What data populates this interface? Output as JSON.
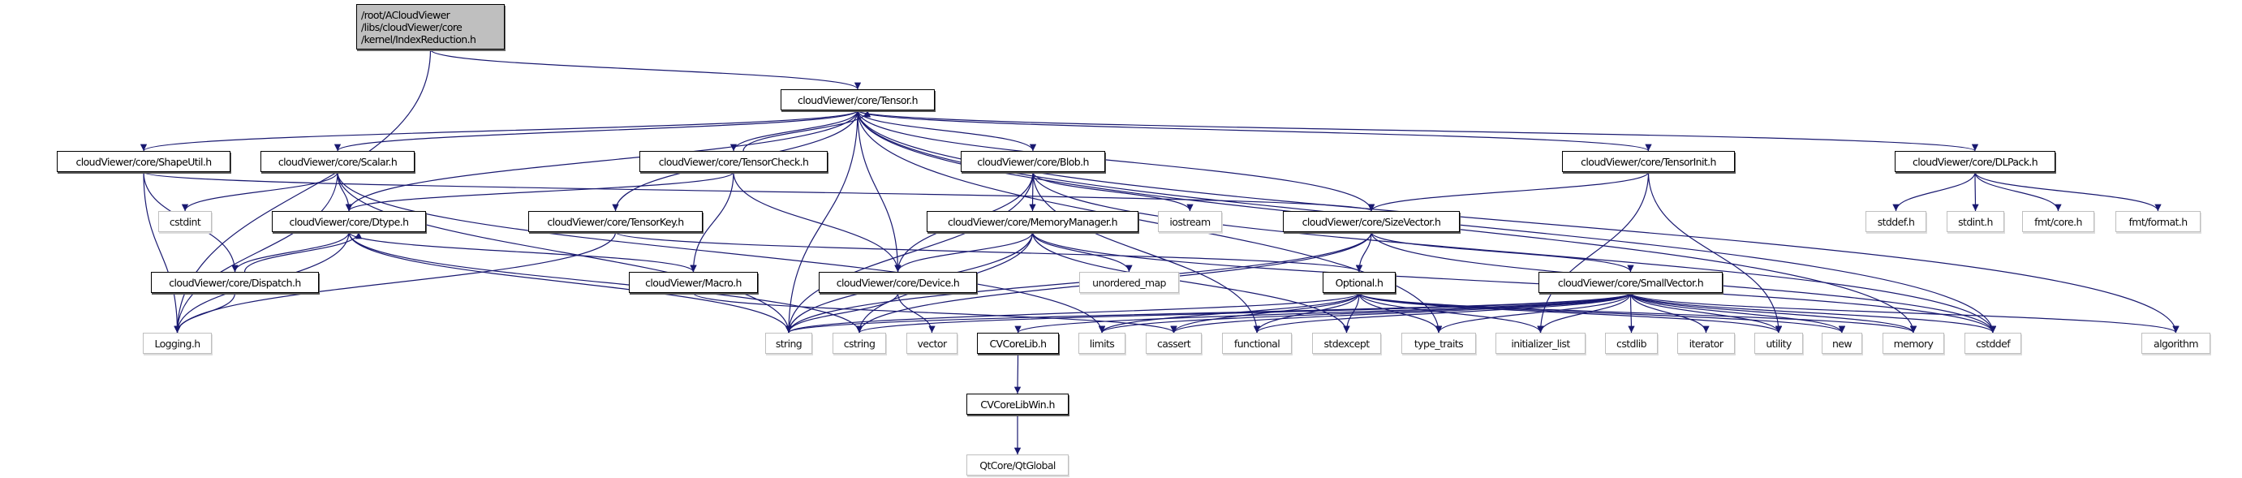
{
  "colors": {
    "edge": "#191970",
    "root_fill": "#bfbfbf",
    "doc_border": "#000000",
    "ext_border": "#bfbfbf"
  },
  "nodes": {
    "root": {
      "lines": [
        "/root/ACloudViewer",
        "/libs/cloudViewer/core",
        "/kernel/IndexReduction.h"
      ]
    },
    "tensor": "cloudViewer/core/Tensor.h",
    "shapeutil": "cloudViewer/core/ShapeUtil.h",
    "scalar": "cloudViewer/core/Scalar.h",
    "tensorcheck": "cloudViewer/core/TensorCheck.h",
    "blob": "cloudViewer/core/Blob.h",
    "tensorinit": "cloudViewer/core/TensorInit.h",
    "dlpack": "cloudViewer/core/DLPack.h",
    "cstdint": "cstdint",
    "dtype": "cloudViewer/core/Dtype.h",
    "tensorkey": "cloudViewer/core/TensorKey.h",
    "memorymanager": "cloudViewer/core/MemoryManager.h",
    "iostream": "iostream",
    "sizevector": "cloudViewer/core/SizeVector.h",
    "stddef_h": "stddef.h",
    "stdint_h": "stdint.h",
    "fmt_core": "fmt/core.h",
    "fmt_format": "fmt/format.h",
    "dispatch": "cloudViewer/core/Dispatch.h",
    "macro": "cloudViewer/Macro.h",
    "device": "cloudViewer/core/Device.h",
    "unordered_map": "unordered_map",
    "optional": "Optional.h",
    "smallvector": "cloudViewer/core/SmallVector.h",
    "logging": "Logging.h",
    "string": "string",
    "cstring": "cstring",
    "vector": "vector",
    "cvcorelib": "CVCoreLib.h",
    "limits": "limits",
    "cassert": "cassert",
    "functional": "functional",
    "stdexcept": "stdexcept",
    "type_traits": "type_traits",
    "initializer_list": "initializer_list",
    "cstdlib": "cstdlib",
    "iterator": "iterator",
    "utility": "utility",
    "new": "new",
    "memory": "memory",
    "cstddef": "cstddef",
    "algorithm": "algorithm",
    "cvcorelibwin": "CVCoreLibWin.h",
    "qtglobal": "QtCore/QtGlobal"
  },
  "edges": [
    [
      "root",
      "logging"
    ],
    [
      "root",
      "tensor"
    ],
    [
      "tensor",
      "shapeutil"
    ],
    [
      "tensor",
      "scalar"
    ],
    [
      "tensor",
      "dtype"
    ],
    [
      "tensor",
      "tensorcheck"
    ],
    [
      "tensor",
      "tensorkey"
    ],
    [
      "tensor",
      "string"
    ],
    [
      "tensor",
      "device"
    ],
    [
      "tensor",
      "blob"
    ],
    [
      "tensor",
      "sizevector"
    ],
    [
      "tensor",
      "tensorinit"
    ],
    [
      "tensor",
      "dlpack"
    ],
    [
      "tensor",
      "type_traits"
    ],
    [
      "tensor",
      "memory"
    ],
    [
      "tensor",
      "cstddef"
    ],
    [
      "tensor",
      "algorithm"
    ],
    [
      "tensorcheck",
      "tensor"
    ],
    [
      "tensorcheck",
      "dtype"
    ],
    [
      "tensorcheck",
      "macro"
    ],
    [
      "tensorcheck",
      "device"
    ],
    [
      "shapeutil",
      "logging"
    ],
    [
      "shapeutil",
      "dispatch"
    ],
    [
      "shapeutil",
      "sizevector"
    ],
    [
      "scalar",
      "logging"
    ],
    [
      "scalar",
      "cstdint"
    ],
    [
      "scalar",
      "dtype"
    ],
    [
      "scalar",
      "string"
    ],
    [
      "scalar",
      "limits"
    ],
    [
      "dtype",
      "dispatch"
    ],
    [
      "dtype",
      "logging"
    ],
    [
      "dtype",
      "string"
    ],
    [
      "dtype",
      "macro"
    ],
    [
      "dtype",
      "cstring"
    ],
    [
      "dispatch",
      "dtype"
    ],
    [
      "dispatch",
      "logging"
    ],
    [
      "tensorkey",
      "logging"
    ],
    [
      "tensorkey",
      "optional"
    ],
    [
      "macro",
      "cassert"
    ],
    [
      "device",
      "string"
    ],
    [
      "device",
      "vector"
    ],
    [
      "blob",
      "device"
    ],
    [
      "blob",
      "string"
    ],
    [
      "blob",
      "memorymanager"
    ],
    [
      "blob",
      "iostream"
    ],
    [
      "blob",
      "functional"
    ],
    [
      "blob",
      "cstddef"
    ],
    [
      "memorymanager",
      "device"
    ],
    [
      "memorymanager",
      "string"
    ],
    [
      "memorymanager",
      "unordered_map"
    ],
    [
      "memorymanager",
      "stdexcept"
    ],
    [
      "memorymanager",
      "cstddef"
    ],
    [
      "memorymanager",
      "cstring"
    ],
    [
      "sizevector",
      "optional"
    ],
    [
      "sizevector",
      "smallvector"
    ],
    [
      "sizevector",
      "string"
    ],
    [
      "sizevector",
      "cstring"
    ],
    [
      "sizevector",
      "cstddef"
    ],
    [
      "tensorinit",
      "sizevector"
    ],
    [
      "tensorinit",
      "initializer_list"
    ],
    [
      "tensorinit",
      "utility"
    ],
    [
      "dlpack",
      "stddef_h"
    ],
    [
      "dlpack",
      "stdint_h"
    ],
    [
      "dlpack",
      "fmt_core"
    ],
    [
      "dlpack",
      "fmt_format"
    ],
    [
      "optional",
      "string"
    ],
    [
      "optional",
      "cassert"
    ],
    [
      "optional",
      "functional"
    ],
    [
      "optional",
      "stdexcept"
    ],
    [
      "optional",
      "type_traits"
    ],
    [
      "optional",
      "initializer_list"
    ],
    [
      "optional",
      "utility"
    ],
    [
      "optional",
      "new"
    ],
    [
      "optional",
      "memory"
    ],
    [
      "optional",
      "limits"
    ],
    [
      "smallvector",
      "cvcorelib"
    ],
    [
      "smallvector",
      "cassert"
    ],
    [
      "smallvector",
      "functional"
    ],
    [
      "smallvector",
      "type_traits"
    ],
    [
      "smallvector",
      "initializer_list"
    ],
    [
      "smallvector",
      "cstdlib"
    ],
    [
      "smallvector",
      "iterator"
    ],
    [
      "smallvector",
      "utility"
    ],
    [
      "smallvector",
      "new"
    ],
    [
      "smallvector",
      "memory"
    ],
    [
      "smallvector",
      "cstddef"
    ],
    [
      "smallvector",
      "algorithm"
    ],
    [
      "smallvector",
      "cstring"
    ],
    [
      "smallvector",
      "string"
    ],
    [
      "smallvector",
      "limits"
    ],
    [
      "cvcorelib",
      "cvcorelibwin"
    ],
    [
      "cvcorelibwin",
      "qtglobal"
    ]
  ]
}
